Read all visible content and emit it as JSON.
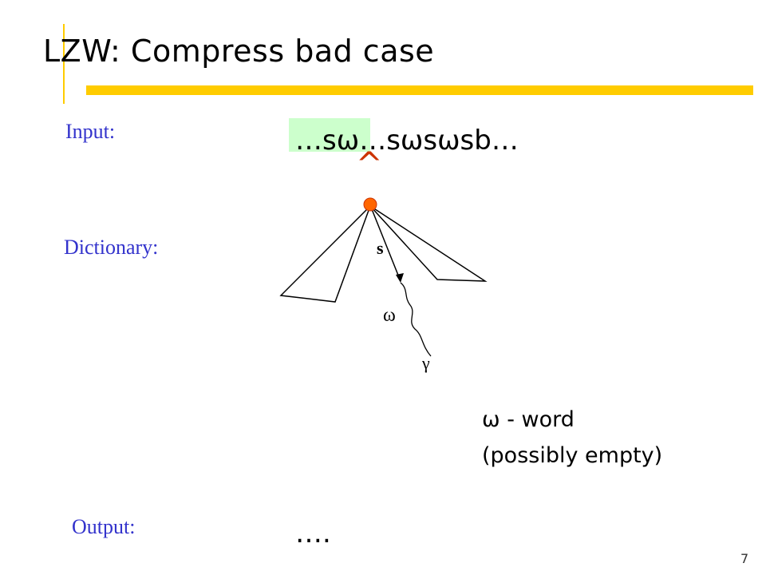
{
  "title": "LZW: Compress bad case",
  "labels": {
    "input": "Input:",
    "dictionary": "Dictionary:",
    "output": "Output:"
  },
  "input_string": {
    "highlighted": "…sω",
    "rest": "…sωsωsb…"
  },
  "caret": "^",
  "tree": {
    "edge_label": "s",
    "path_label": "ω",
    "end_label": "γ"
  },
  "legend": {
    "line1": "ω  - word",
    "line2": "(possibly empty)"
  },
  "output_value": "….",
  "page_number": "7",
  "colors": {
    "accent_bar": "#ffcc00",
    "label_blue": "#3333cc",
    "highlight_green": "#ccffcc",
    "caret_red": "#cc3300",
    "root_node": "#ff6600"
  }
}
